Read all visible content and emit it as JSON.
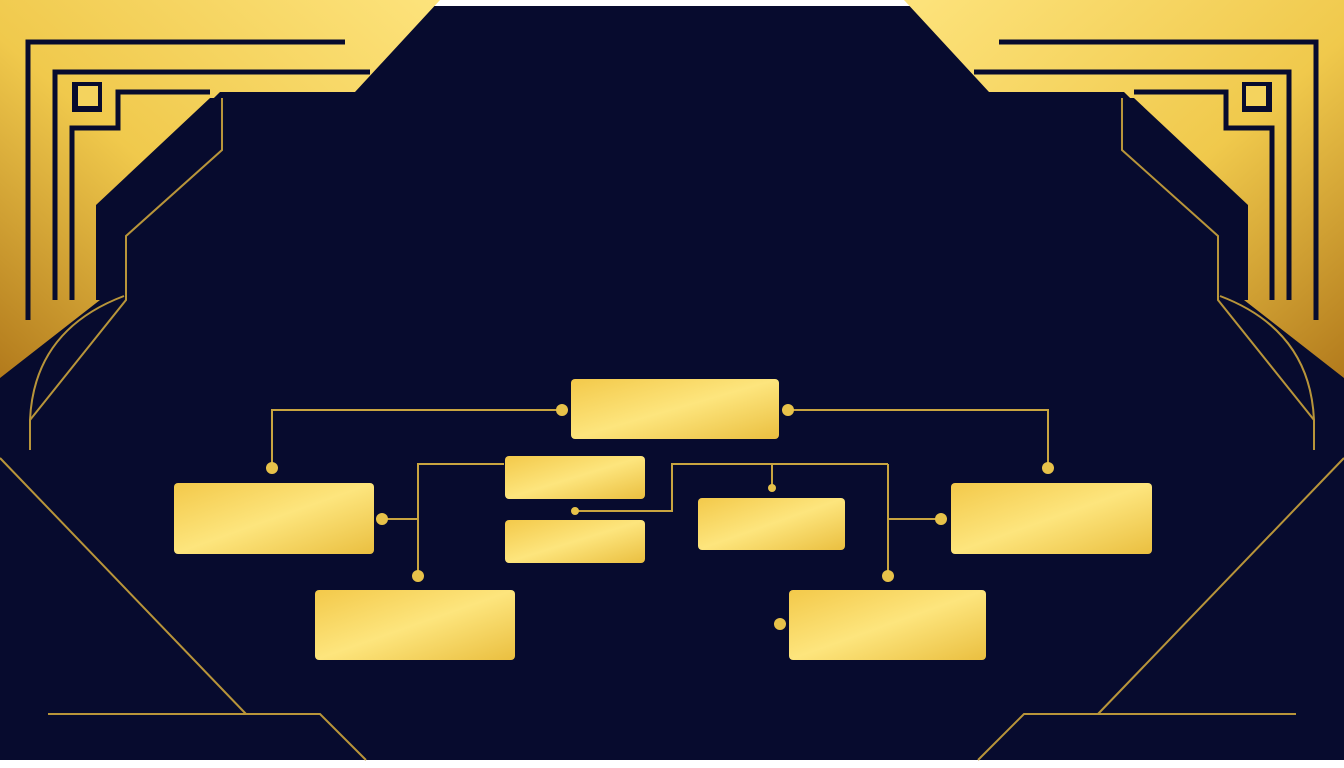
{
  "palette": {
    "background_navy": "#070b2e",
    "border_white": "#ffffff",
    "gold_light": "#fbe27a",
    "gold_mid": "#eec84a",
    "gold_dark": "#b7801e",
    "line_gold": "#c9a540"
  },
  "diagram": {
    "kind": "org-chart-template",
    "boxes": [
      {
        "id": "root",
        "text": ""
      },
      {
        "id": "left-branch",
        "text": ""
      },
      {
        "id": "right-branch",
        "text": ""
      },
      {
        "id": "center-top",
        "text": ""
      },
      {
        "id": "center-bottom",
        "text": ""
      },
      {
        "id": "center-right",
        "text": ""
      },
      {
        "id": "bottom-left",
        "text": ""
      },
      {
        "id": "bottom-right",
        "text": ""
      }
    ],
    "connectors": [
      {
        "from": "root",
        "to": "left-branch"
      },
      {
        "from": "root",
        "to": "right-branch"
      },
      {
        "from": "left-branch",
        "to": "center-top"
      },
      {
        "from": "left-branch",
        "to": "bottom-left"
      },
      {
        "from": "center-bottom",
        "to": "center-right"
      },
      {
        "from": "center-right",
        "to": "right-branch"
      },
      {
        "from": "right-branch",
        "to": "bottom-right"
      }
    ]
  },
  "decorations": [
    "art-deco-corner-top-left",
    "art-deco-corner-top-right",
    "art-deco-frame-lines"
  ]
}
